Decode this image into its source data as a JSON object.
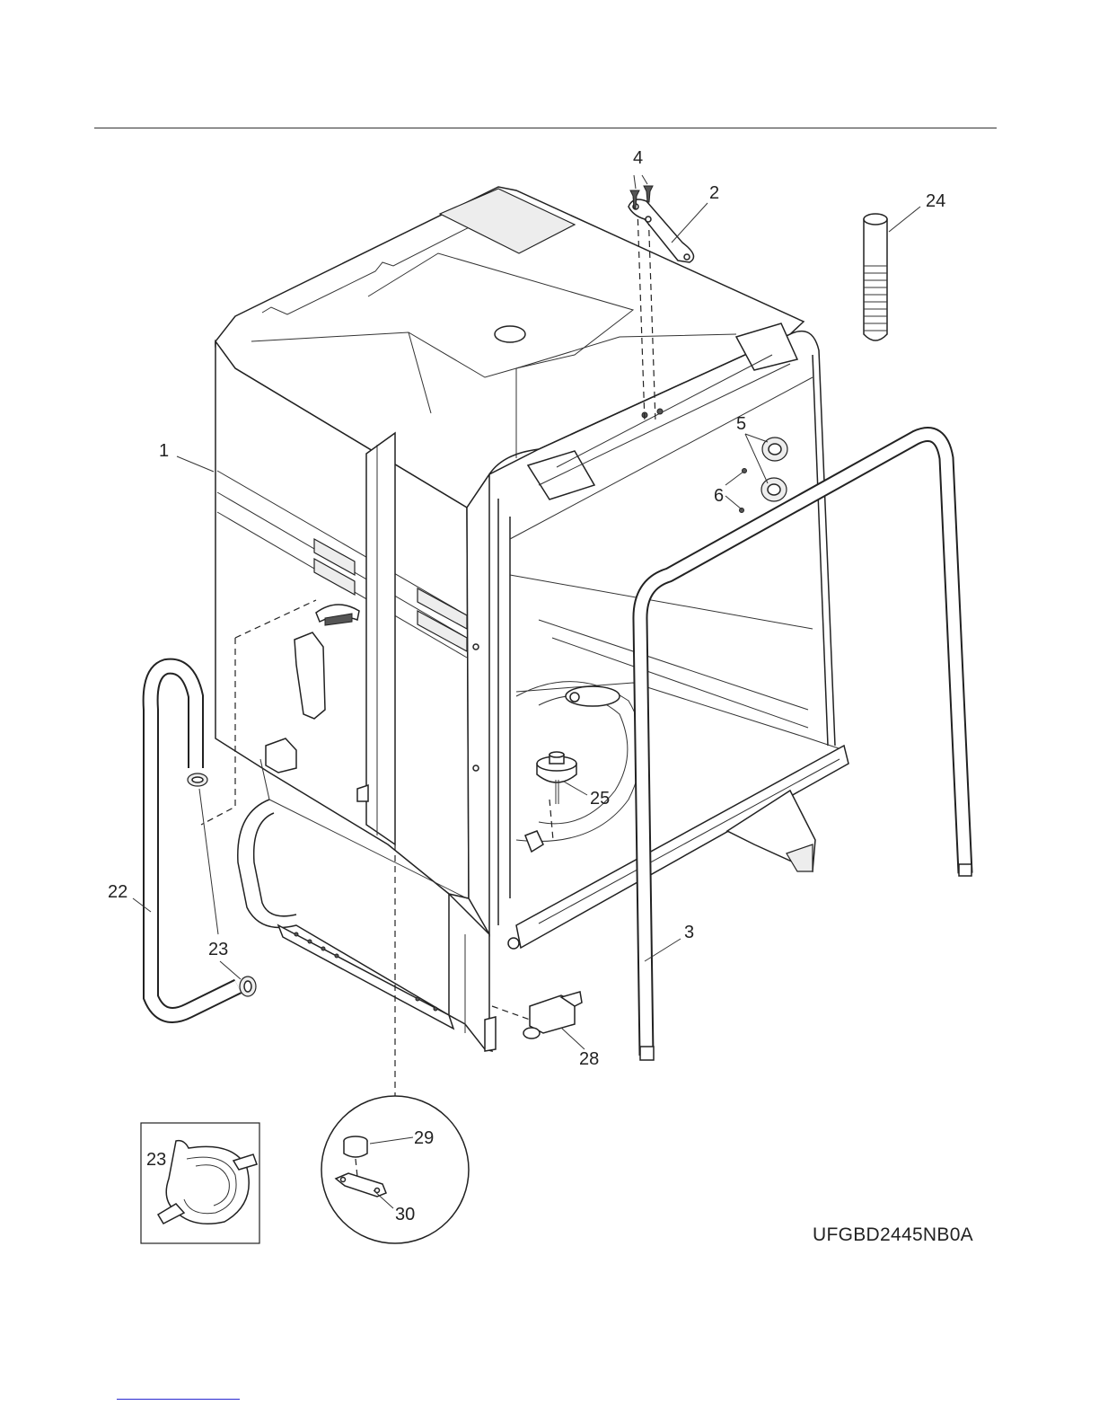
{
  "callouts": {
    "c1": "1",
    "c2": "2",
    "c3": "3",
    "c4": "4",
    "c5": "5",
    "c6": "6",
    "c22": "22",
    "c23": "23",
    "c23b": "23",
    "c24": "24",
    "c25": "25",
    "c28": "28",
    "c29": "29",
    "c30": "30",
    "c23_inset": "23"
  },
  "model_code": "UFGBD2445NB0A"
}
